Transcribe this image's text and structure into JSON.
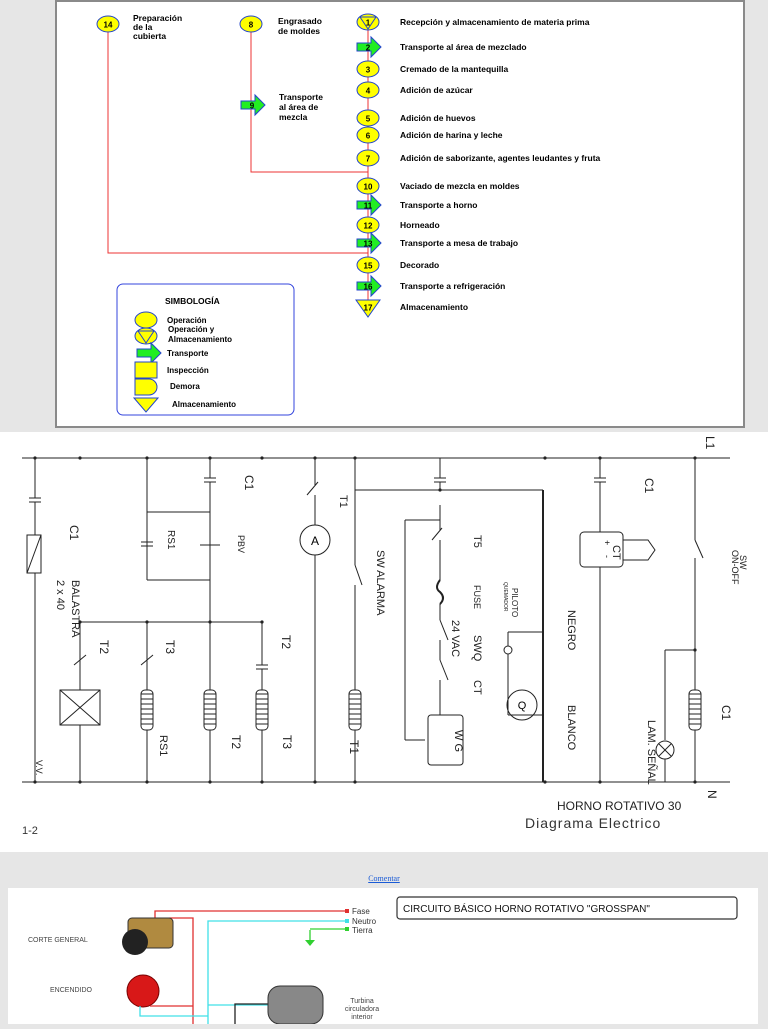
{
  "flow": {
    "steps": [
      {
        "n": "1",
        "type": "op-storage",
        "label": "Recepción y almacenamiento de materia prima"
      },
      {
        "n": "2",
        "type": "transport",
        "label": "Transporte al área de mezclado"
      },
      {
        "n": "3",
        "type": "operation",
        "label": "Cremado de la mantequilla"
      },
      {
        "n": "4",
        "type": "operation",
        "label": "Adición de azúcar"
      },
      {
        "n": "5",
        "type": "operation",
        "label": "Adición de huevos"
      },
      {
        "n": "6",
        "type": "operation",
        "label": "Adición de harina y leche"
      },
      {
        "n": "7",
        "type": "operation",
        "label": "Adición de saborizante, agentes leudantes y fruta"
      },
      {
        "n": "10",
        "type": "operation",
        "label": "Vaciado de mezcla en moldes"
      },
      {
        "n": "11",
        "type": "transport",
        "label": "Transporte a horno"
      },
      {
        "n": "12",
        "type": "operation",
        "label": "Horneado"
      },
      {
        "n": "13",
        "type": "transport",
        "label": "Transporte a mesa de trabajo"
      },
      {
        "n": "15",
        "type": "operation",
        "label": "Decorado"
      },
      {
        "n": "16",
        "type": "transport",
        "label": "Transporte a refrigeración"
      },
      {
        "n": "17",
        "type": "storage",
        "label": "Almacenamiento"
      }
    ],
    "branch14": {
      "n": "14",
      "lines": [
        "Preparación",
        "de la",
        "cubierta"
      ]
    },
    "branch8": {
      "n": "8",
      "lines": [
        "Engrasado",
        "de moldes"
      ]
    },
    "branch9": {
      "n": "9",
      "lines": [
        "Transporte",
        "al área de",
        "mezcla"
      ]
    },
    "legend": {
      "title": "SIMBOLOGÍA",
      "items": [
        "Operación",
        "Operación y",
        "Almacenamiento",
        "Transporte",
        "Inspección",
        "Demora",
        "Almacenamiento"
      ]
    },
    "colors": {
      "symbol": "#ffff00",
      "transport": "#22ee22",
      "line": "#ee3333",
      "legend_border": "#3344dd"
    }
  },
  "elec": {
    "L1": "L1",
    "N": "N",
    "labels": {
      "c1": "C1",
      "balastra": "BALASTRA",
      "balastra2": "2 x 40",
      "rs1": "RS1",
      "pbv": "PBV",
      "t1": "T1",
      "a": "A",
      "sw_alarma": "SW ALARMA",
      "t5": "T5",
      "fuse": "FUSE",
      "swq": "SWQ",
      "vac": "24 VAC",
      "ct": "CT",
      "negro": "NEGRO",
      "blanco": "BLANCO",
      "piloto": "PILOTO",
      "quemador": "QUEMADOR",
      "q": "Q",
      "wg": "W G",
      "t2": "T2",
      "t3": "T3",
      "vv": "V.V.",
      "lam": "LAM. SEÑAL",
      "sw": "SW",
      "onoff": "ON-OFF",
      "ctplus": "+",
      "ctminus": "-"
    },
    "title1": "HORNO ROTATIVO 30",
    "title2": "Diagrama Electrico",
    "page": "1-2"
  },
  "comment_link": "Comentar",
  "circuit": {
    "title": "CIRCUITO BÁSICO HORNO ROTATIVO \"GROSSPAN\"",
    "fase": "Fase",
    "neutro": "Neutro",
    "tierra": "Tierra",
    "corte": "CORTE GENERAL",
    "encendido": "ENCENDIDO",
    "turbina": [
      "Turbina",
      "circuladora",
      "interior"
    ]
  }
}
